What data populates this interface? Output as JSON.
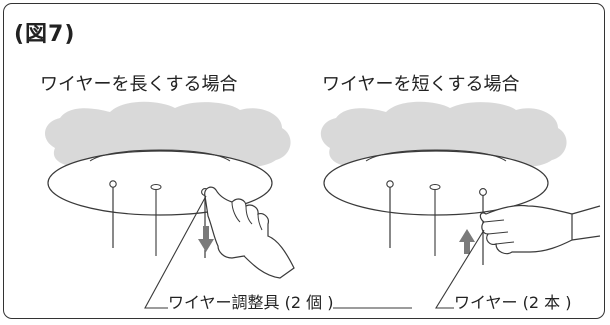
{
  "figure": {
    "title": "(図7)",
    "left": {
      "heading": "ワイヤーを長くする場合",
      "callout": "ワイヤー調整具 (2 個 )"
    },
    "right": {
      "heading": "ワイヤーを短くする場合",
      "callout": "ワイヤー (2 本 )"
    }
  },
  "colors": {
    "border": "#333333",
    "ceiling_shadow": "#d9d9d9",
    "line": "#3a3a3a",
    "arrow": "#7a7a7a"
  },
  "icons": [
    "down-arrow-icon",
    "up-arrow-icon",
    "hand-icon"
  ]
}
